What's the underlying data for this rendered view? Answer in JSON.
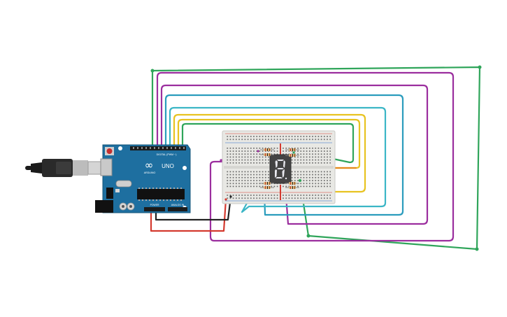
{
  "board": {
    "logo_text": "∞",
    "model_label": "UNO",
    "brand_label": "ARDUINO",
    "digital_label": "DIGITAL (PWM ~)",
    "power_label": "POWER",
    "analog_label": "ANALOG IN"
  },
  "display": {
    "digit": "8"
  },
  "colors": {
    "background": "#ffffff",
    "arduino_board": "#1e6fa0",
    "breadboard": "#e8e8e4",
    "display_body": "#444444",
    "segment_on": "#e8e8ee",
    "wire_green": "#2fa55a",
    "wire_purple": "#9b2e9e",
    "wire_teal": "#2a9cbd",
    "wire_yellow": "#e8c321",
    "wire_orange": "#e58a1f",
    "wire_red": "#d43a2f",
    "wire_black": "#222222"
  }
}
